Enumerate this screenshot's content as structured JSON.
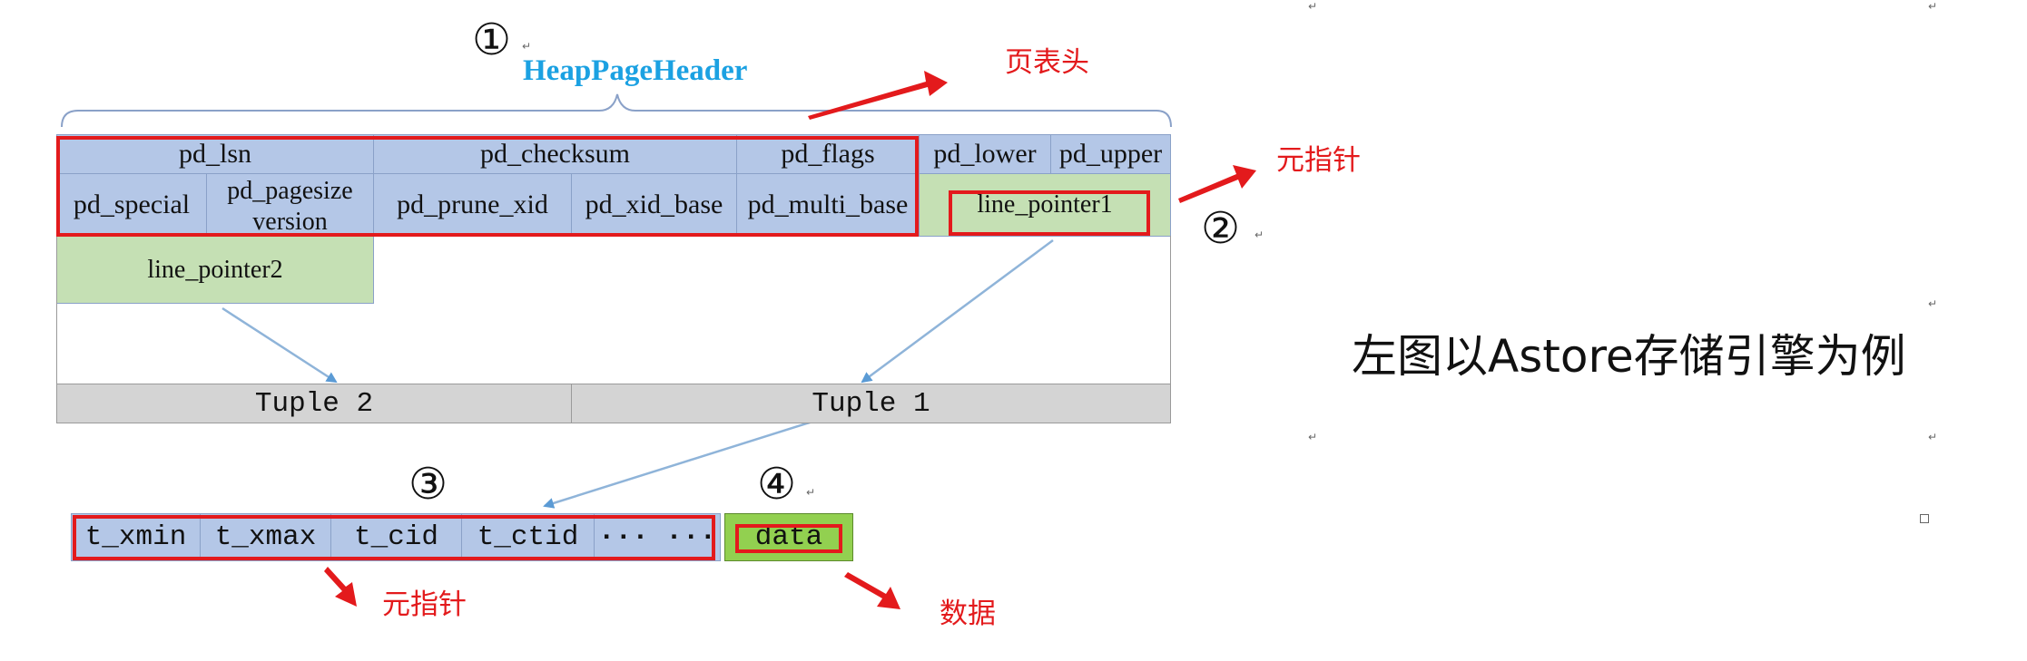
{
  "markers": {
    "m1": "①",
    "m2": "②",
    "m3": "③",
    "m4": "④"
  },
  "header_title": "HeapPageHeader",
  "notes": {
    "page_header": "页表头",
    "item_pointer_top": "元指针",
    "item_pointer_bottom": "元指针",
    "data": "数据"
  },
  "caption": "左图以Astore存储引擎为例",
  "page_header_cells": {
    "pd_lsn": "pd_lsn",
    "pd_checksum": "pd_checksum",
    "pd_flags": "pd_flags",
    "pd_lower": "pd_lower",
    "pd_upper": "pd_upper",
    "pd_special": "pd_special",
    "pd_pagesize_version": "pd_pagesize version",
    "pd_prune_xid": "pd_prune_xid",
    "pd_xid_base": "pd_xid_base",
    "pd_multi_base": "pd_multi_base"
  },
  "line_pointers": {
    "lp1": "line_pointer1",
    "lp2": "line_pointer2"
  },
  "tuples": {
    "t2": "Tuple 2",
    "t1": "Tuple 1"
  },
  "tuple_fields": {
    "t_xmin": "t_xmin",
    "t_xmax": "t_xmax",
    "t_cid": "t_cid",
    "t_ctid": "t_ctid",
    "ellipsis": "··· ···",
    "data": "data"
  },
  "colors": {
    "header_cell": "#b4c7e7",
    "line_pointer": "#c5e0b4",
    "tuple": "#d4d4d4",
    "data_cell": "#92d050",
    "highlight": "#e31a1c",
    "arrow_blue": "#8fb4d9",
    "title_blue": "#1ba1e2"
  }
}
